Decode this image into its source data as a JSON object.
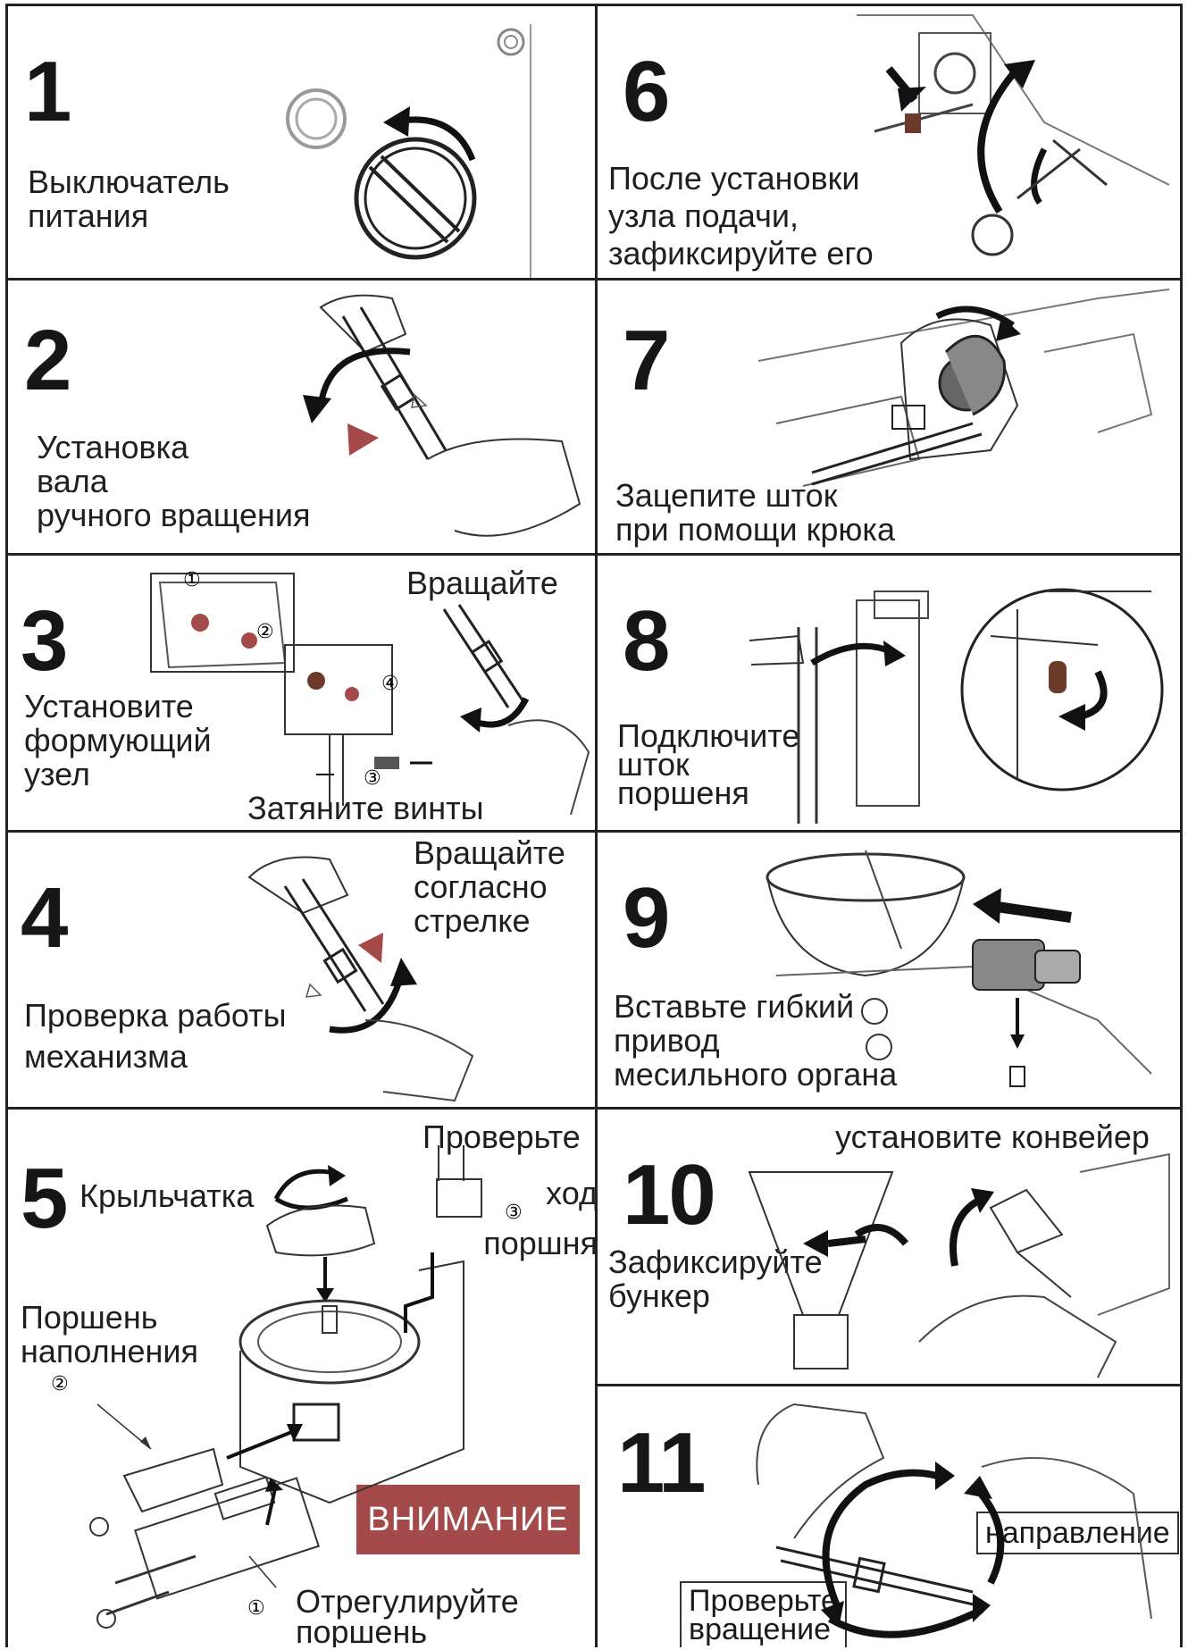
{
  "panels": [
    {
      "number": "1",
      "caption": "Выключатель\nпитания"
    },
    {
      "number": "6",
      "caption": "После установки\nузла подачи,\nзафиксируйте его"
    },
    {
      "number": "2",
      "caption": "Установка\nвала\nручного вращения"
    },
    {
      "number": "7",
      "caption": "Зацепите шток\nпри помощи крюка"
    },
    {
      "number": "3",
      "caption": "Установите\nформующий\nузел",
      "label_rotate": "Вращайте",
      "label_screws": "Затяните винты",
      "markers": [
        "①",
        "②",
        "④",
        "③"
      ]
    },
    {
      "number": "8",
      "caption": "Подключите\nшток\nпоршеня"
    },
    {
      "number": "4",
      "caption": "Проверка работы\nмеханизма",
      "label_rotate": "Вращайте\nсогласно\nстрелке"
    },
    {
      "number": "9",
      "caption": "Вставьте гибкий\nпривод\nмесильного органа"
    },
    {
      "number": "5",
      "label_impeller": "Крыльчатка",
      "label_check": "Проверьте",
      "label_stroke": "ход\nпоршня",
      "label_piston": "Поршень\nнаполнения",
      "label_adjust": "Отрегулируйте\nпоршень",
      "warning": "ВНИМАНИЕ",
      "markers": [
        "③",
        "②",
        "①"
      ]
    },
    {
      "number": "10",
      "caption": "Зафиксируйте\nбункер",
      "label_conveyor": "установите конвейер"
    },
    {
      "number": "11",
      "label_direction": "направление",
      "label_check": "Проверьте\nвращение"
    }
  ]
}
